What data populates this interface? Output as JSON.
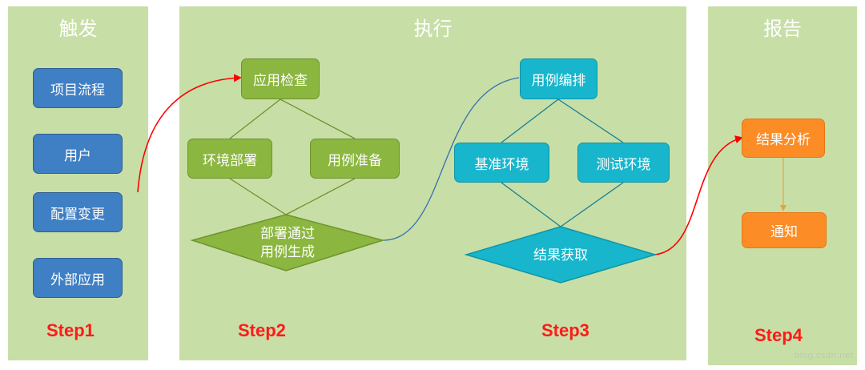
{
  "panels": {
    "trigger": {
      "title": "触发",
      "step": "Step1"
    },
    "execute": {
      "title": "执行",
      "step2": "Step2",
      "step3": "Step3"
    },
    "report": {
      "title": "报告",
      "step": "Step4"
    }
  },
  "trigger_items": [
    "项目流程",
    "用户",
    "配置变更",
    "外部应用"
  ],
  "step2_nodes": {
    "app_check": "应用检查",
    "env_deploy": "环境部署",
    "case_prep": "用例准备",
    "decision_line1": "部署通过",
    "decision_line2": "用例生成"
  },
  "step3_nodes": {
    "case_orchestration": "用例编排",
    "baseline_env": "基准环境",
    "test_env": "测试环境",
    "result_fetch": "结果获取"
  },
  "report_nodes": {
    "result_analysis": "结果分析",
    "notify": "通知"
  },
  "watermark": "blog.csdn.net",
  "colors": {
    "panel": "#c7dfa6",
    "blue": "#3f7fc4",
    "green": "#8bb63f",
    "cyan": "#17b6cc",
    "orange": "#fb8c26",
    "step_text": "#ff1a1a",
    "red_arrow": "#ff0000",
    "blue_connector": "#3a6fb0"
  }
}
